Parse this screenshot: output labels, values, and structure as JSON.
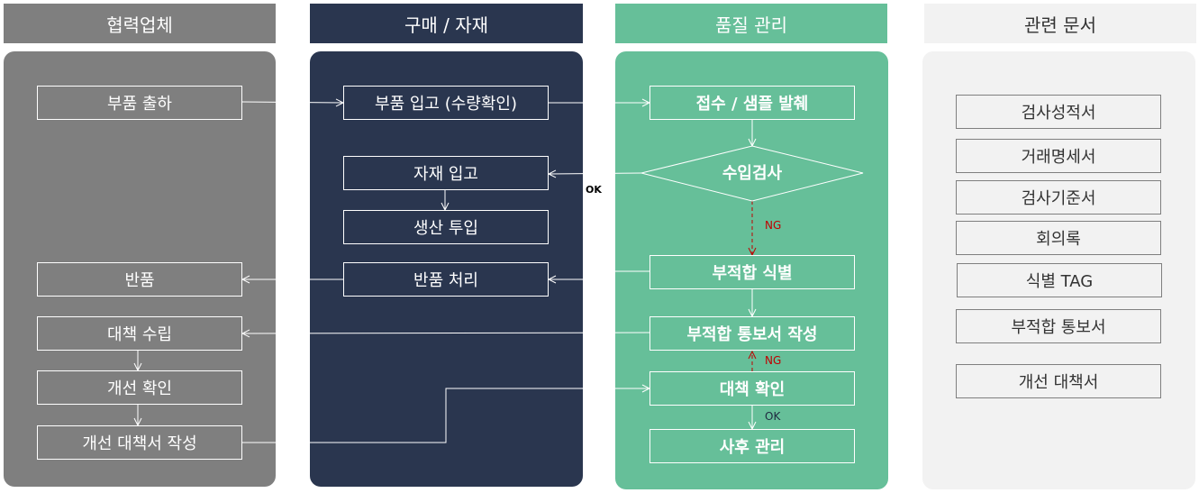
{
  "colors": {
    "supplier": "#7f7f7f",
    "purchase": "#2a364f",
    "quality": "#66bf99",
    "docs_header": "#f2f2f2",
    "docs_panel": "#f2f2f2",
    "ng_arrow": "#c00000"
  },
  "lanes": [
    {
      "title": "협력업체"
    },
    {
      "title": "구매 / 자재"
    },
    {
      "title": "품질 관리"
    },
    {
      "title": "관련 문서"
    }
  ],
  "supplier": {
    "ship": "부품 출하",
    "return": "반품",
    "plan": "대책 수립",
    "improve_check": "개선 확인",
    "write_report": "개선 대책서 작성"
  },
  "purchase": {
    "receive": "부품 입고 (수량확인)",
    "material_in": "자재 입고",
    "production": "생산 투입",
    "return_proc": "반품 처리"
  },
  "quality": {
    "sample": "접수 / 샘플 발췌",
    "inspection": "수입검사",
    "nonconform": "부적합 식별",
    "notice": "부적합 통보서 작성",
    "measure_check": "대책 확인",
    "follow_up": "사후 관리"
  },
  "labels": {
    "ok_left": "OK",
    "ng_1": "NG",
    "ng_2": "NG",
    "ok_down": "OK"
  },
  "documents": [
    "검사성적서",
    "거래명세서",
    "검사기준서",
    "회의록",
    "식별 TAG",
    "부적합 통보서",
    "개선 대책서"
  ]
}
